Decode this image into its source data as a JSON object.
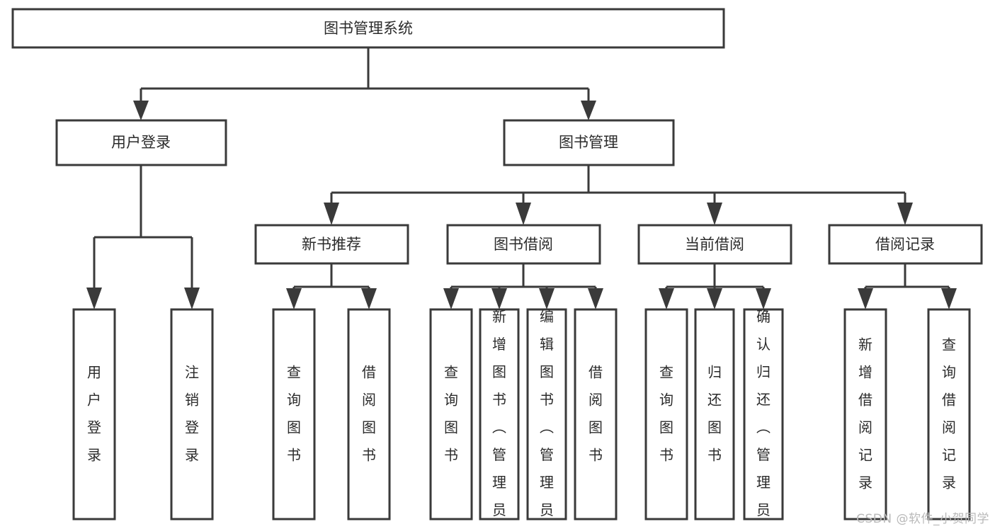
{
  "diagram": {
    "title": "图书管理系统",
    "type": "tree-hierarchy-diagram",
    "watermark": "CSDN @软件_小贺同学",
    "colors": {
      "background": "#ffffff",
      "box_fill": "#ffffff",
      "box_stroke": "#3a3a3a",
      "connector": "#3a3a3a",
      "label_text": "#2b2b2b",
      "watermark_text": "#b9b9b9"
    },
    "levels": {
      "root": "图书管理系统",
      "level2": [
        "用户登录",
        "图书管理"
      ],
      "level3": [
        "新书推荐",
        "图书借阅",
        "当前借阅",
        "借阅记录"
      ]
    },
    "nodes": {
      "root": {
        "label": "图书管理系统",
        "orientation": "horizontal"
      },
      "user_login": {
        "label": "用户登录",
        "orientation": "horizontal"
      },
      "book_manage": {
        "label": "图书管理",
        "orientation": "horizontal"
      },
      "new_book_rec": {
        "label": "新书推荐",
        "orientation": "horizontal"
      },
      "book_borrow": {
        "label": "图书借阅",
        "orientation": "horizontal"
      },
      "current_borrow": {
        "label": "当前借阅",
        "orientation": "horizontal"
      },
      "borrow_record": {
        "label": "借阅记录",
        "orientation": "horizontal"
      },
      "leaf_user_login": {
        "label": "用户登录",
        "orientation": "vertical"
      },
      "leaf_user_logout": {
        "label": "注销登录",
        "orientation": "vertical"
      },
      "leaf_query_book_1": {
        "label": "查询图书",
        "orientation": "vertical"
      },
      "leaf_borrow_book_1": {
        "label": "借阅图书",
        "orientation": "vertical"
      },
      "leaf_query_book_2": {
        "label": "查询图书",
        "orientation": "vertical"
      },
      "leaf_add_book": {
        "label": "新增图书（管理员）",
        "orientation": "vertical"
      },
      "leaf_edit_book": {
        "label": "编辑图书（管理员）",
        "orientation": "vertical"
      },
      "leaf_borrow_book_2": {
        "label": "借阅图书",
        "orientation": "vertical"
      },
      "leaf_query_book_3": {
        "label": "查询图书",
        "orientation": "vertical"
      },
      "leaf_return_book": {
        "label": "归还图书",
        "orientation": "vertical"
      },
      "leaf_confirm_return": {
        "label": "确认归还（管理员）",
        "orientation": "vertical"
      },
      "leaf_add_record": {
        "label": "新增借阅记录",
        "orientation": "vertical"
      },
      "leaf_query_record": {
        "label": "查询借阅记录",
        "orientation": "vertical"
      }
    },
    "edges": [
      {
        "from": "图书管理系统",
        "to": "用户登录"
      },
      {
        "from": "图书管理系统",
        "to": "图书管理"
      },
      {
        "from": "用户登录",
        "to": "用户登录"
      },
      {
        "from": "用户登录",
        "to": "注销登录"
      },
      {
        "from": "图书管理",
        "to": "新书推荐"
      },
      {
        "from": "图书管理",
        "to": "图书借阅"
      },
      {
        "from": "图书管理",
        "to": "当前借阅"
      },
      {
        "from": "图书管理",
        "to": "借阅记录"
      },
      {
        "from": "新书推荐",
        "to": "查询图书"
      },
      {
        "from": "新书推荐",
        "to": "借阅图书"
      },
      {
        "from": "图书借阅",
        "to": "查询图书"
      },
      {
        "from": "图书借阅",
        "to": "新增图书（管理员）"
      },
      {
        "from": "图书借阅",
        "to": "编辑图书（管理员）"
      },
      {
        "from": "图书借阅",
        "to": "借阅图书"
      },
      {
        "from": "当前借阅",
        "to": "查询图书"
      },
      {
        "from": "当前借阅",
        "to": "归还图书"
      },
      {
        "from": "当前借阅",
        "to": "确认归还（管理员）"
      },
      {
        "from": "借阅记录",
        "to": "新增借阅记录"
      },
      {
        "from": "借阅记录",
        "to": "查询借阅记录"
      }
    ]
  }
}
